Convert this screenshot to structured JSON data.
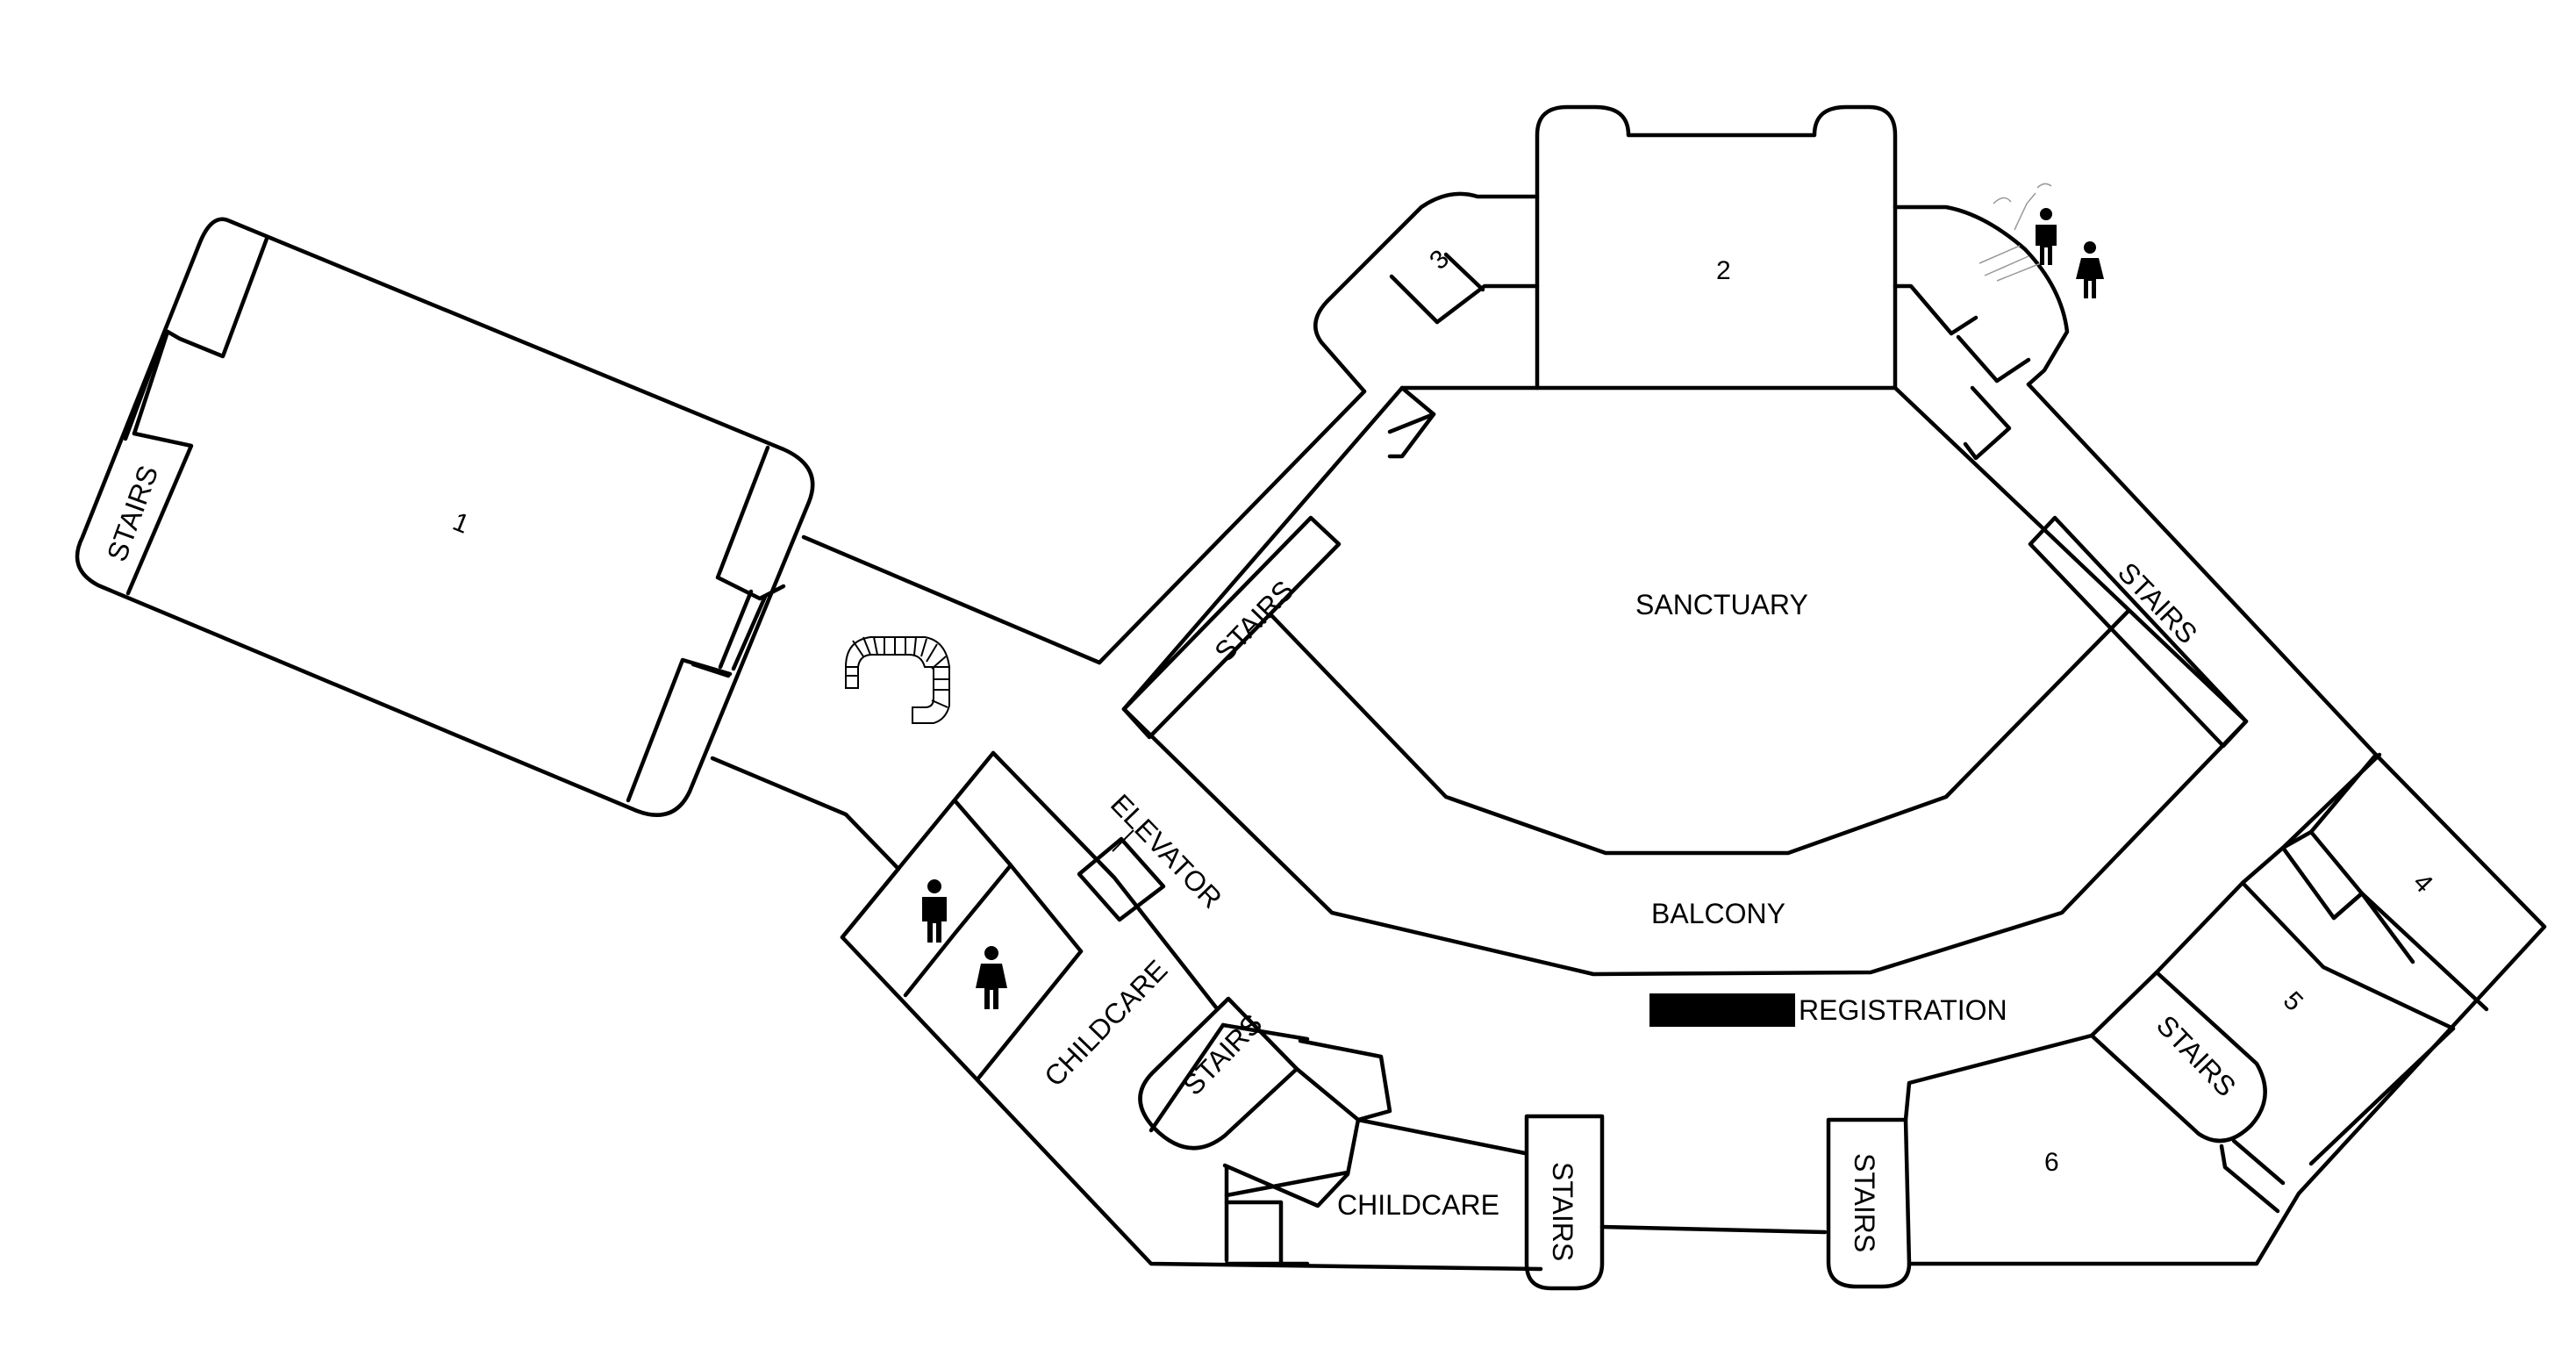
{
  "labels": {
    "room_1": "1",
    "room_2": "2",
    "room_3": "3",
    "room_4": "4",
    "room_5": "5",
    "room_6": "6",
    "sanctuary": "SANCTUARY",
    "balcony": "BALCONY",
    "registration": "REGISTRATION",
    "elevator": "ELEVATOR",
    "childcare_upper": "CHILDCARE",
    "childcare_lower": "CHILDCARE",
    "stairs": "STAIRS"
  },
  "icons": {
    "restroom": "restroom-person-icon",
    "spiral_stair": "spiral-staircase-icon",
    "registration_marker": "registration-desk-marker"
  },
  "colors": {
    "wall": "#000000",
    "background": "#ffffff"
  }
}
